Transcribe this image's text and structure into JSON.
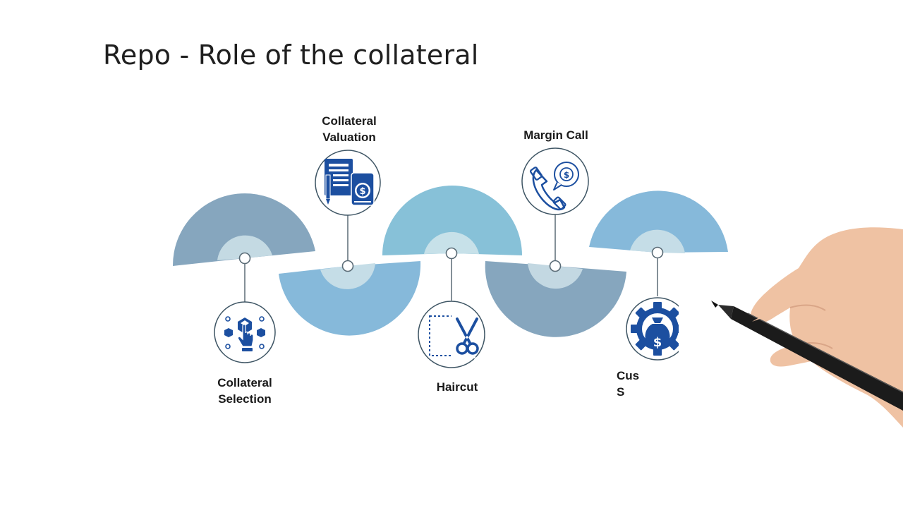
{
  "slide": {
    "title": "Repo - Role of the collateral"
  },
  "steps": [
    {
      "label_lines": [
        "Collateral",
        "Selection"
      ],
      "icon": "touch-cube-selection-icon",
      "label_position": "below",
      "fan_color": "#86a6be"
    },
    {
      "label_lines": [
        "Collateral",
        "Valuation"
      ],
      "icon": "document-valuation-icon",
      "label_position": "above",
      "fan_color": "#86b9da"
    },
    {
      "label_lines": [
        "Haircut"
      ],
      "icon": "scissors-cut-icon",
      "label_position": "below",
      "fan_color": "#87c1d8"
    },
    {
      "label_lines": [
        "Margin Call"
      ],
      "icon": "phone-dollar-icon",
      "label_position": "above",
      "fan_color": "#86a6be"
    },
    {
      "label_lines": [
        "Cus",
        "S"
      ],
      "icon": "gear-money-bag-icon",
      "label_position": "below",
      "fan_color": "#86b9da"
    }
  ],
  "colors": {
    "icon_blue": "#1c4fa0",
    "inner_ring": "#c3dbe5",
    "connector": "#5a6b76",
    "hand_skin": "#efc2a3",
    "pen": "#1b1b1b"
  }
}
